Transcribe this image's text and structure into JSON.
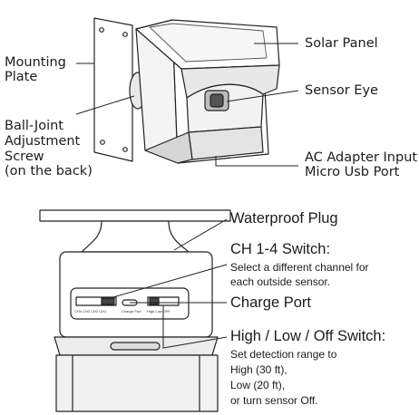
{
  "top_view": {
    "mounting_plate": [
      "Mounting",
      "Plate"
    ],
    "ball_joint": [
      "Ball-Joint",
      "Adjustment",
      "Screw",
      "(on the back)"
    ],
    "solar_panel": "Solar Panel",
    "sensor_eye": "Sensor Eye",
    "ac_adapter": [
      "AC Adapter Input",
      "Micro Usb Port"
    ]
  },
  "bottom_view": {
    "waterproof_plug": "Waterproof Plug",
    "ch_switch": {
      "title": "CH 1-4 Switch:",
      "desc": [
        "Select a different channel for",
        "each outside sensor."
      ]
    },
    "charge_port": "Charge Port",
    "range_switch": {
      "title": "High / Low / Off Switch:",
      "desc": [
        "Set detection range to",
        "High (30 ft),",
        "Low (20 ft),",
        "or turn sensor Off."
      ]
    },
    "panel_text": {
      "channels": "CH4 CH3 CH2 CH1",
      "charge": "Charge Port",
      "range": "High Low OFF"
    }
  }
}
